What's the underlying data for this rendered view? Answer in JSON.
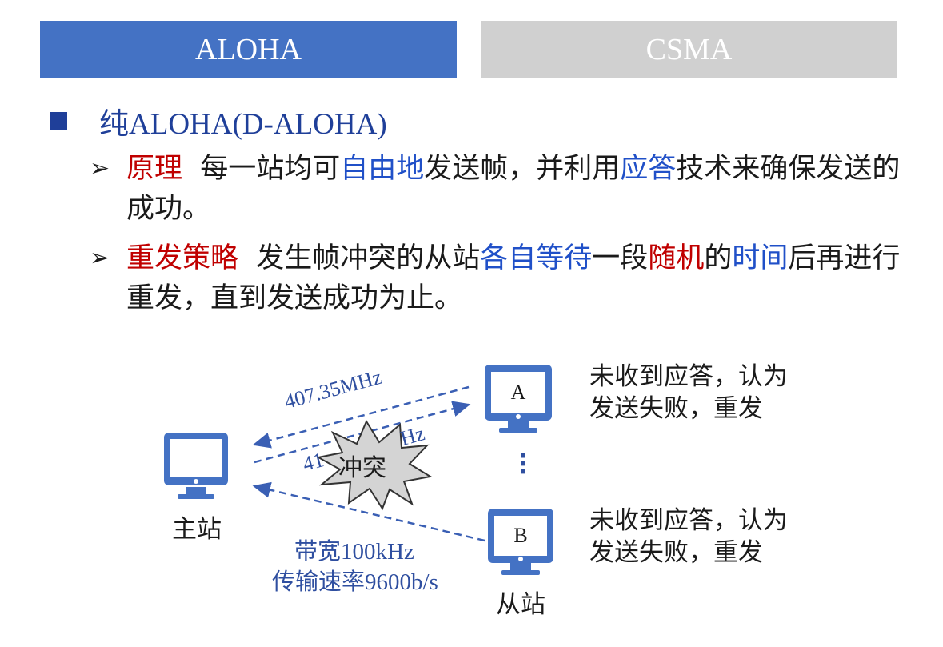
{
  "tabs": {
    "active": "ALOHA",
    "inactive": "CSMA"
  },
  "title": "纯ALOHA(D-ALOHA)",
  "bullets": [
    {
      "marker": "➢",
      "parts": [
        {
          "text": "原理",
          "color": "red"
        },
        {
          "text": "  每一站均可",
          "color": "black"
        },
        {
          "text": "自由地",
          "color": "blue"
        },
        {
          "text": "发送帧，并利用",
          "color": "black"
        },
        {
          "text": "应答",
          "color": "blue"
        },
        {
          "text": "技术来确保发送的成功。",
          "color": "black"
        }
      ]
    },
    {
      "marker": "➢",
      "parts": [
        {
          "text": "重发策略",
          "color": "red"
        },
        {
          "text": "  发生帧冲突的从站",
          "color": "black"
        },
        {
          "text": "各自等待",
          "color": "blue"
        },
        {
          "text": "一段",
          "color": "black"
        },
        {
          "text": "随机",
          "color": "red"
        },
        {
          "text": "的",
          "color": "black"
        },
        {
          "text": "时间",
          "color": "blue"
        },
        {
          "text": "后再进行重发，直到发送成功为止。",
          "color": "black"
        }
      ]
    }
  ],
  "diagram": {
    "master_label": "主站",
    "slave_label": "从站",
    "node_a": "A",
    "node_b": "B",
    "freq_up": "407.35MHz",
    "freq_down_partial": "41",
    "freq_down_tail": "Hz",
    "collision": "冲突",
    "bandwidth": "带宽100kHz",
    "rate": "传输速率9600b/s",
    "ellipsis": "⋮",
    "msg_a_line1": "未收到应答，认为",
    "msg_a_line2": "发送失败，重发",
    "msg_b_line1": "未收到应答，认为",
    "msg_b_line2": "发送失败，重发"
  },
  "colors": {
    "accent": "#4472c4",
    "inactive_tab": "#d0d0d0",
    "title": "#1f3f99",
    "red": "#c00000",
    "blue": "#2050c8"
  }
}
